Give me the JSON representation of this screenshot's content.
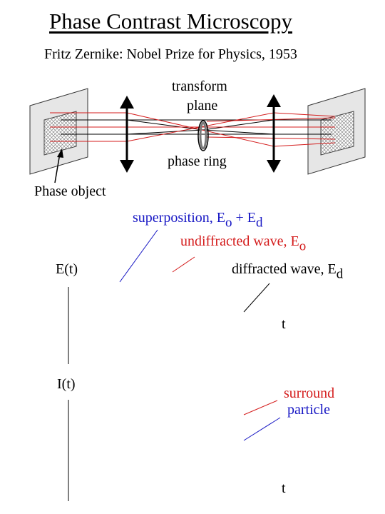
{
  "title": "Phase Contrast Microscopy",
  "subtitle": "Fritz Zernike: Nobel Prize for Physics, 1953",
  "optics": {
    "transform_plane_line1": "transform",
    "transform_plane_line2": "plane",
    "phase_ring": "phase ring",
    "phase_object": "Phase object"
  },
  "field_graph": {
    "axis_label": "E(t)",
    "time_label": "t",
    "superposition": {
      "text": "superposition, E",
      "sub1": "o",
      "mid": " + E",
      "sub2": "d"
    },
    "undiffracted": {
      "text": "undiffracted wave, E",
      "sub": "o"
    },
    "diffracted": {
      "text": "diffracted wave, E",
      "sub": "d"
    }
  },
  "intensity_graph": {
    "axis_label": "I(t)",
    "time_label": "t",
    "surround": "surround",
    "particle": "particle"
  },
  "colors": {
    "blue": "#1616c4",
    "red": "#d41c1c",
    "panel_gray": "#e6e6e6"
  }
}
